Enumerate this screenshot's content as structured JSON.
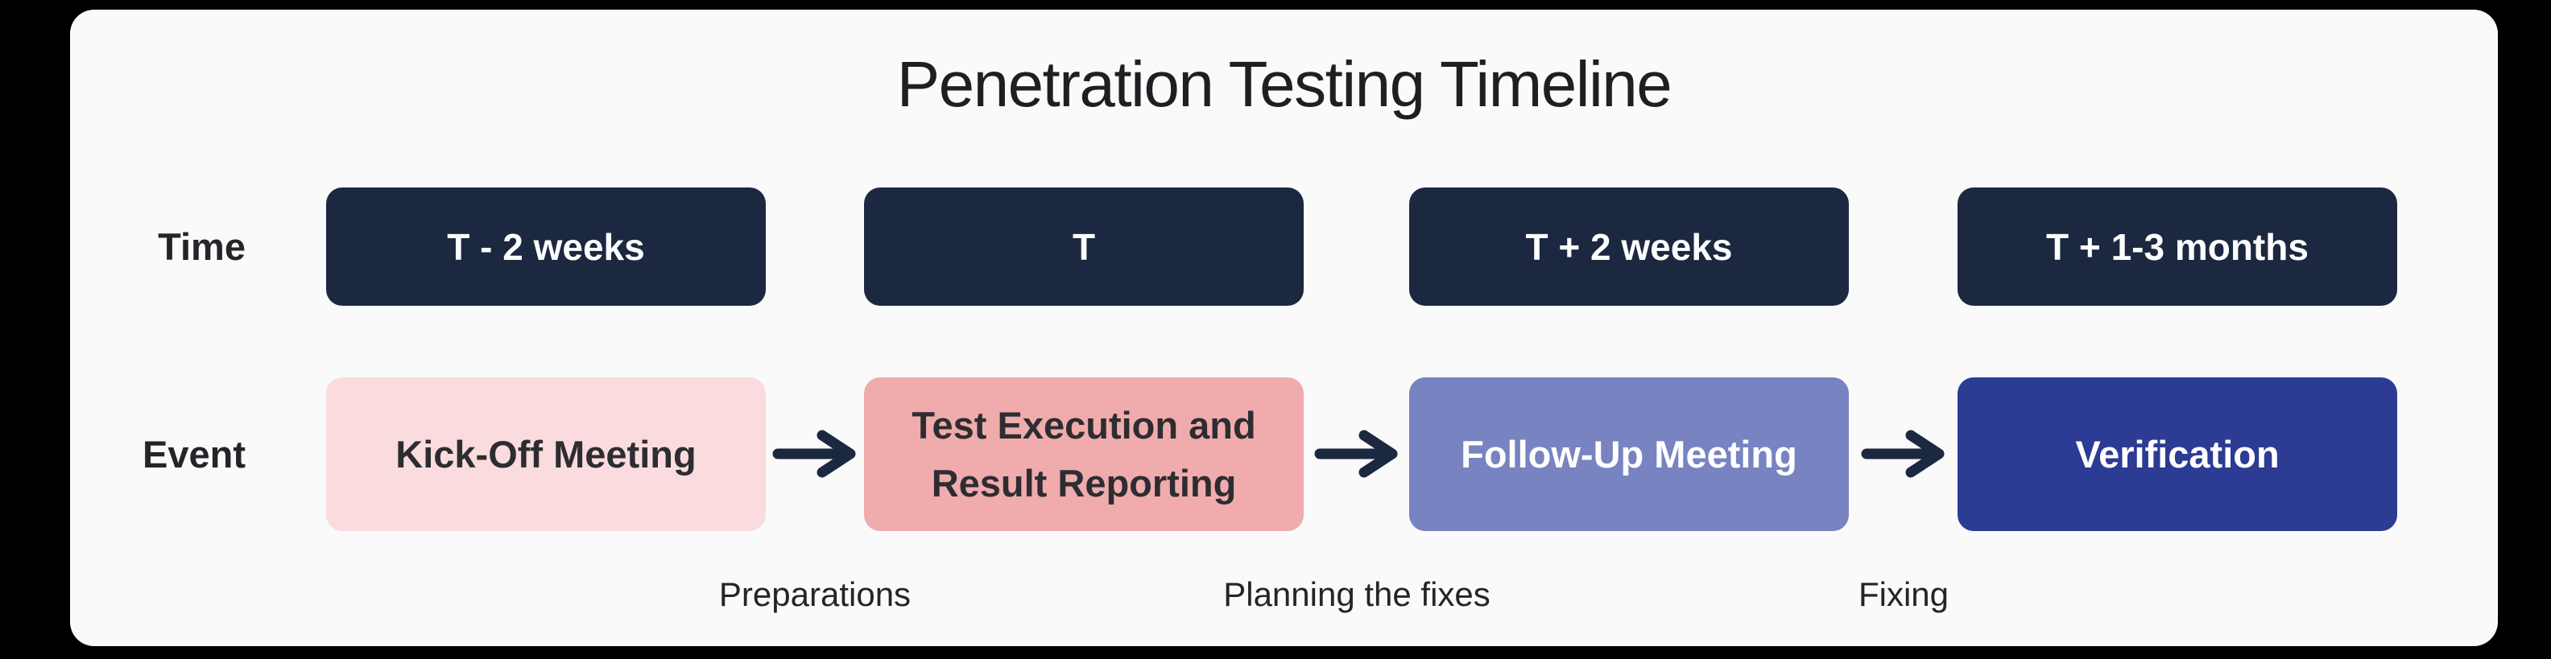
{
  "title": "Penetration Testing Timeline",
  "colors": {
    "page_bg": "#000000",
    "card_bg": "#fafafa",
    "title_text": "#1f1f23",
    "row_label_text": "#242429",
    "navy_box_bg": "#1b2840",
    "navy_box_text": "#fdfdfe",
    "arrow": "#1b2840",
    "phase_label_text": "#242429"
  },
  "time_row": {
    "label": "Time",
    "boxes": [
      {
        "label": "T - 2 weeks"
      },
      {
        "label": "T"
      },
      {
        "label": "T + 2 weeks"
      },
      {
        "label": "T + 1-3 months"
      }
    ]
  },
  "event_row": {
    "label": "Event",
    "boxes": [
      {
        "label": "Kick-Off Meeting",
        "bg": "#fadcde",
        "text_color": "#2d2d31"
      },
      {
        "label": "Test Execution and Result Reporting",
        "bg": "#f0abac",
        "text_color": "#2d2d31"
      },
      {
        "label": "Follow-Up Meeting",
        "bg": "#7883c1",
        "text_color": "#ffffff"
      },
      {
        "label": "Verification",
        "bg": "#2c3b94",
        "text_color": "#ffffff"
      }
    ]
  },
  "phases": [
    {
      "label": "Preparations"
    },
    {
      "label": "Planning the fixes"
    },
    {
      "label": "Fixing"
    }
  ]
}
